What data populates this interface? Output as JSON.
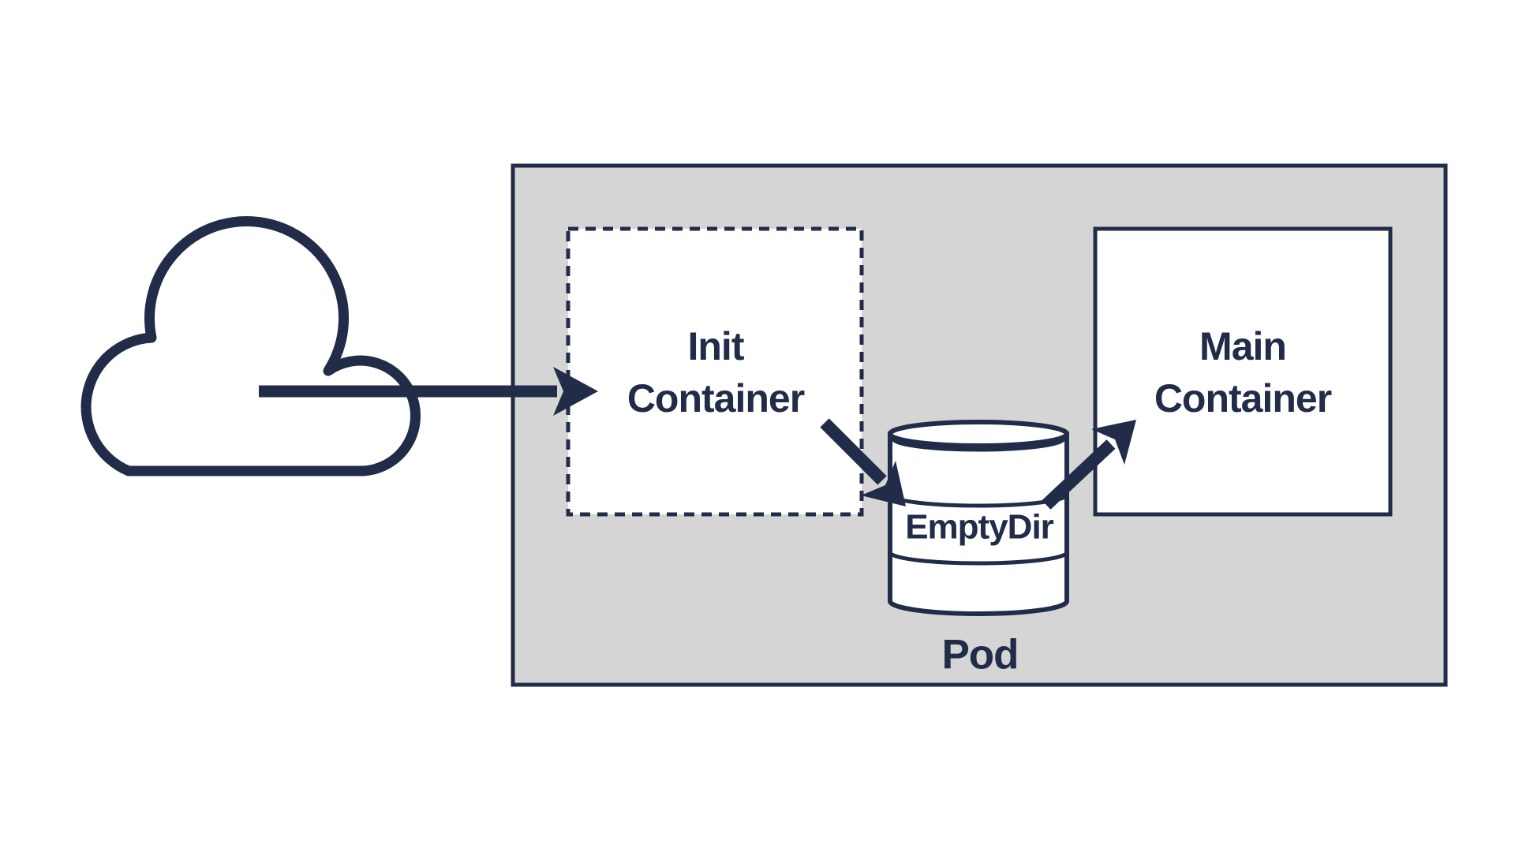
{
  "colors": {
    "navy": "#212C49",
    "pod_fill": "#D5D5D5",
    "container_fill": "#FFFFFF",
    "background": "#FFFFFF"
  },
  "pod": {
    "label": "Pod"
  },
  "init_container": {
    "label_line1": "Init",
    "label_line2": "Container"
  },
  "main_container": {
    "label_line1": "Main",
    "label_line2": "Container"
  },
  "volume": {
    "label": "EmptyDir"
  },
  "icons": {
    "cloud": "cloud-outline",
    "volume": "database-cylinder",
    "arrows": [
      "cloud-to-init-container",
      "init-container-to-emptydir",
      "emptydir-to-main-container"
    ]
  }
}
